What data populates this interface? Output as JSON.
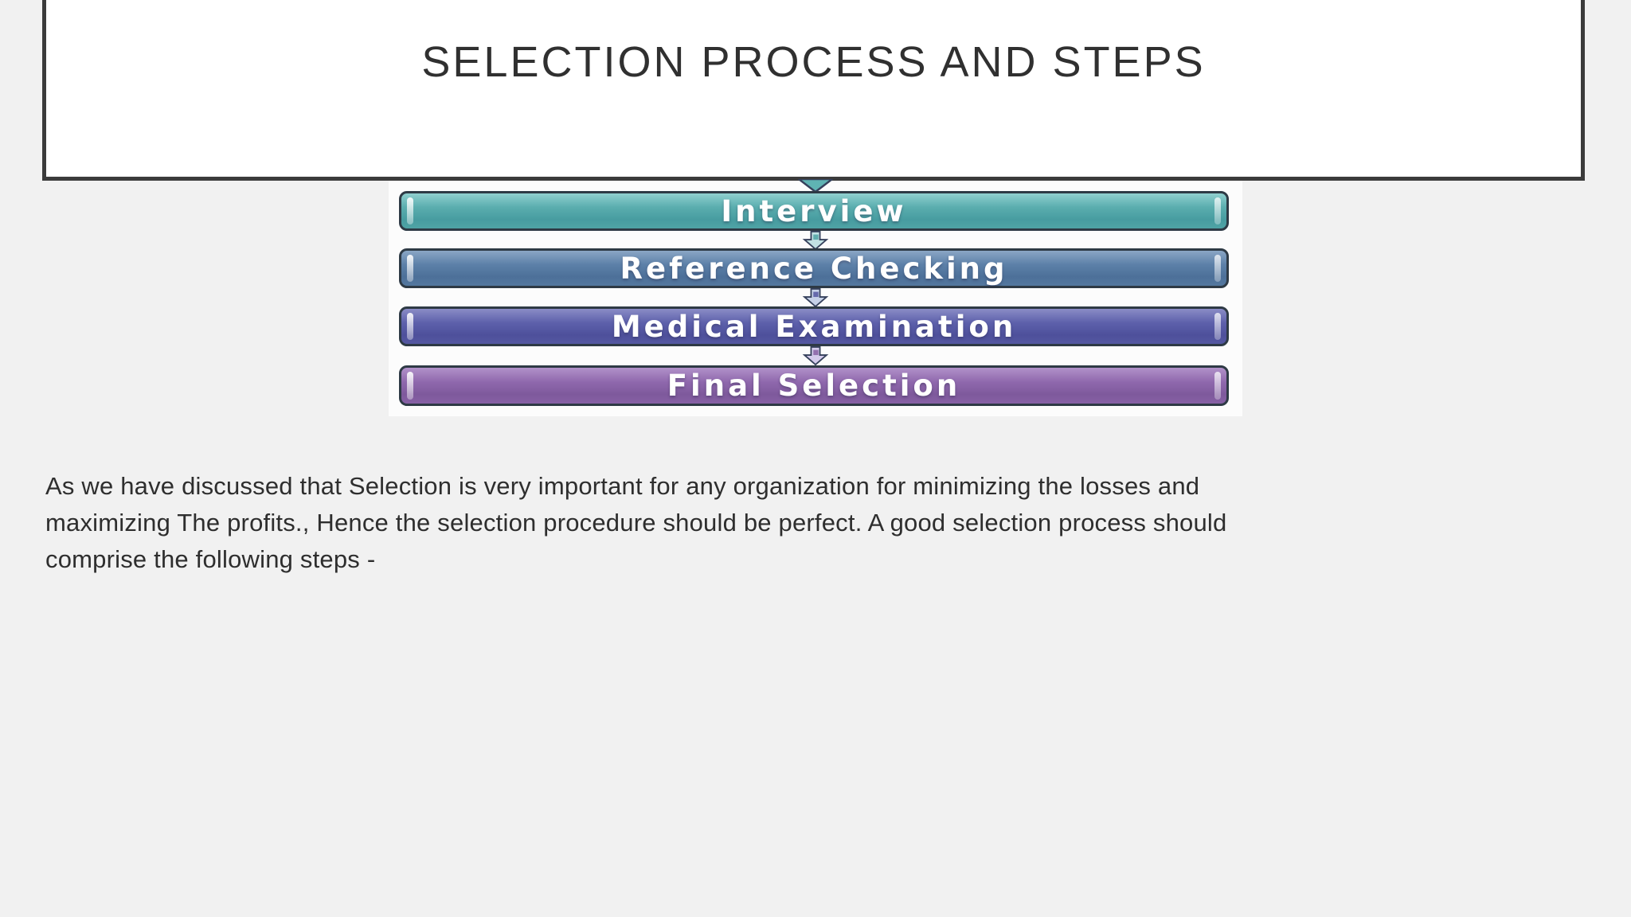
{
  "page": {
    "background_color": "#f1f1f1"
  },
  "title": {
    "text": "SELECTION PROCESS AND STEPS",
    "box_border_color": "#3b3b3b",
    "box_background": "#ffffff",
    "text_color": "#303030"
  },
  "flowchart": {
    "description": "vertical-flowchart-image",
    "background": "#fcfcfc",
    "arrow_outline_color": "#36415c",
    "steps": [
      {
        "label": "Interview",
        "color": "#4fa3a5"
      },
      {
        "label": "Reference Checking",
        "color": "#54789f"
      },
      {
        "label": "Medical Examination",
        "color": "#5457a1"
      },
      {
        "label": "Final Selection",
        "color": "#8761a5"
      }
    ]
  },
  "paragraph": {
    "full_text": "As we have discussed that Selection is very important for any organization for minimizing the losses and maximizing The profits., Hence the selection procedure should be perfect. A good selection process should comprise the following steps -",
    "lines": [
      "As we have discussed that Selection is very important for any organization for minimizing the losses and",
      "maximizing The profits., Hence the selection procedure should be perfect. A good selection process should",
      "comprise the following steps -"
    ],
    "text_color": "#2e2e2e"
  }
}
